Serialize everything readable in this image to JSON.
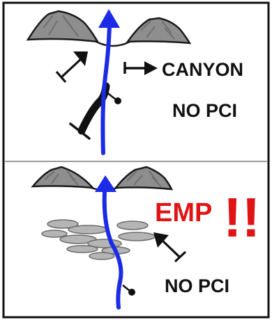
{
  "panels": [
    {
      "labels": {
        "canyon": "CANYON",
        "no_pci": "NO PCI"
      }
    },
    {
      "labels": {
        "emp": "EMP",
        "exclaim": "!!",
        "no_pci": "NO PCI"
      }
    }
  ],
  "colors": {
    "border": "#111111",
    "divider": "#9a9a9a",
    "mountain_fill": "#8e8e8e",
    "mountain_stroke": "#1a1a1a",
    "river": "#1b2be6",
    "stone_fill": "#b5b5b5",
    "emp_red": "#e01414",
    "ink": "#111111"
  },
  "icons": [
    "mountain-icon",
    "river-arrow-icon",
    "arrow-icon",
    "bar-arrow-icon",
    "dot-pointer-icon",
    "stone-icon"
  ]
}
